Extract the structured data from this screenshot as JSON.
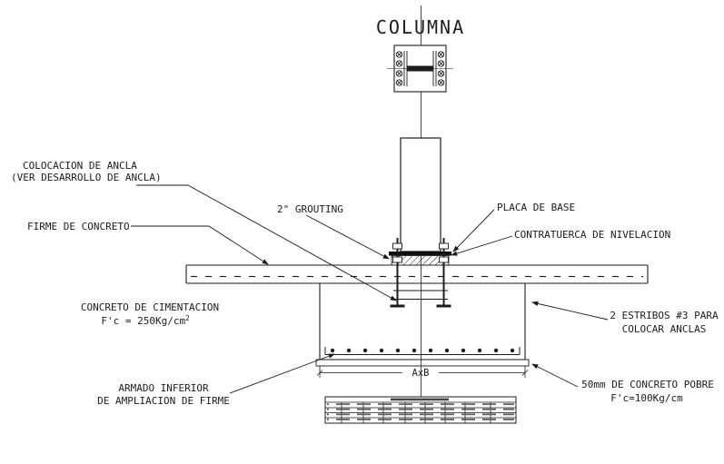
{
  "page": {
    "background": "#ffffff",
    "line_color": "#1c1c1c"
  },
  "title": {
    "text": "COLUMNA"
  },
  "callouts": {
    "colocacion": {
      "line1": "COLOCACION DE ANCLA",
      "line2": "(VER DESARROLLO DE ANCLA)"
    },
    "grouting": {
      "text": "2\" GROUTING"
    },
    "placa_base": {
      "text": "PLACA DE BASE"
    },
    "contratuerca": {
      "text": "CONTRATUERCA DE NIVELACION"
    },
    "firme": {
      "text": "FIRME DE CONCRETO"
    },
    "cimentacion": {
      "line1": "CONCRETO DE CIMENTACION",
      "line2": "F'c = 250Kg/cm",
      "line2_sup": "2"
    },
    "estribos": {
      "line1": "2 ESTRIBOS #3 PARA",
      "line2": "COLOCAR ANCLAS"
    },
    "armado": {
      "line1": "ARMADO INFERIOR",
      "line2": "DE AMPLIACION DE FIRME"
    },
    "pobre": {
      "line1": "50mm DE CONCRETO POBRE",
      "line2": "F'c=100Kg/cm"
    }
  },
  "dimensions": {
    "footing_width": "AxB"
  }
}
